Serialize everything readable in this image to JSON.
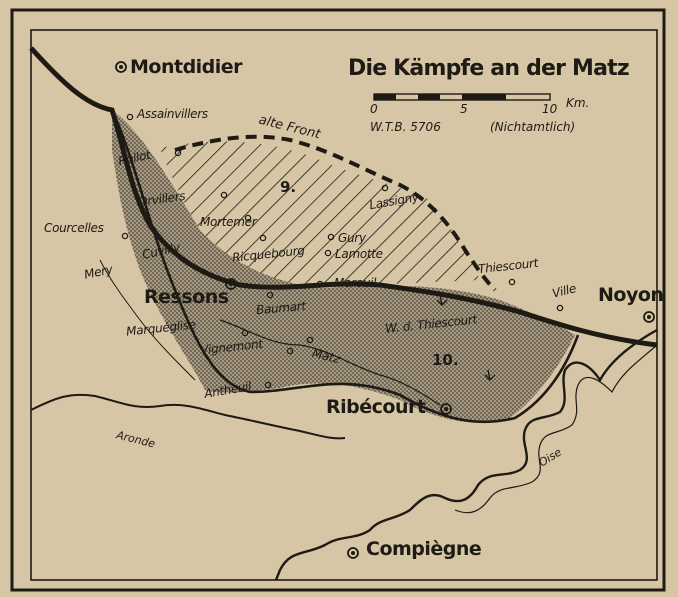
{
  "map": {
    "title": "Die Kämpfe an der Matz",
    "scale": {
      "tick_0": "0",
      "tick_5": "5",
      "tick_10": "10",
      "unit": "Km.",
      "code": "W.T.B. 5706",
      "note": "(Nichtamtlich)"
    },
    "front_label": "alte Front",
    "armies": {
      "army_9": "9.",
      "army_10": "10."
    },
    "forest": "W. d. Thiescourt",
    "towns": {
      "montdidier": "Montdidier",
      "ressons": "Ressons",
      "noyon": "Noyon",
      "ribecourt": "Ribécourt",
      "compiegne": "Compiègne"
    },
    "villages": {
      "assainvillers": "Assainvillers",
      "rollot": "Rollot",
      "orvillers": "Orvillers",
      "mortemer": "Mortemer",
      "courcelles": "Courcelles",
      "cuvilly": "Cuvilly",
      "mery": "Mery",
      "ricquebourg": "Ricquebourg",
      "gury": "Gury",
      "lamotte": "Lamotte",
      "lassigny": "Lassigny",
      "thiescourt": "Thiescourt",
      "ville": "Ville",
      "mareuil": "Mareuil",
      "bauvraignes": "Baumart",
      "marqueglise": "Marquéglise",
      "vignemont": "Vignemont",
      "antheuil": "Antheuil",
      "matz": "Matz"
    },
    "rivers": {
      "aronde": "Aronde",
      "oise": "Oise"
    },
    "colors": {
      "paper": "#d6c6a6",
      "ink": "#1e1a14",
      "stipple": "#7f7566"
    }
  }
}
